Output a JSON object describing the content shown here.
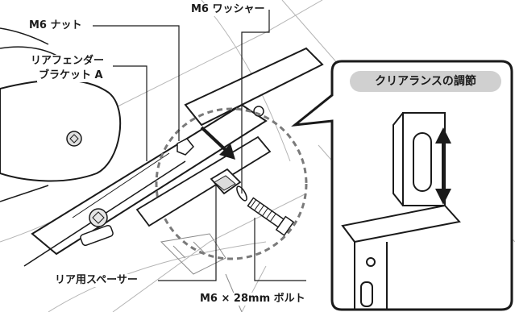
{
  "labels": {
    "m6_nut": "M6 ナット",
    "m6_washer": "M6 ワッシャー",
    "rear_fender_bracket_line1": "リアフェンダー",
    "rear_fender_bracket_line2": "ブラケット A",
    "rear_spacer": "リア用スペーサー",
    "m6_bolt": "M6 × 28mm ボルト"
  },
  "callout": {
    "title": "クリアランスの調節"
  },
  "colors": {
    "line": "#1a1a1a",
    "light_line": "#9a9a9a",
    "dashed_circle": "#7a7a7a",
    "callout_title_bg": "#d0d0d0"
  }
}
